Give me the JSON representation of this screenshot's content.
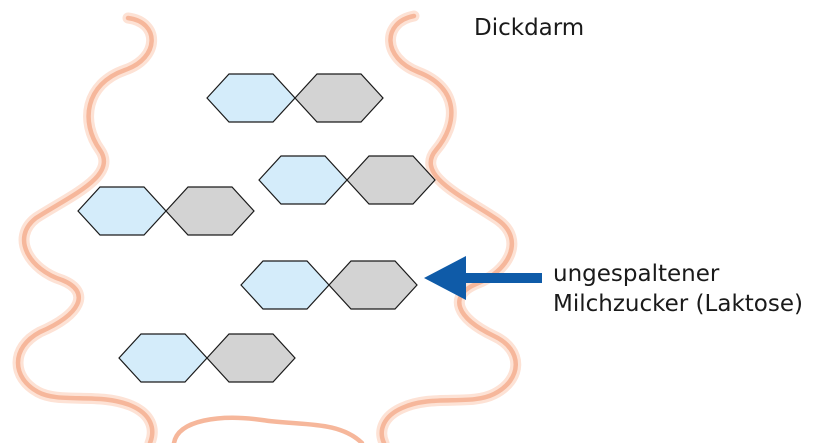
{
  "labels": {
    "colon": "Dickdarm",
    "lactose_line1": "ungespaltener",
    "lactose_line2": "Milchzucker (Laktose)"
  },
  "colors": {
    "intestine_outline": "#f6b79b",
    "intestine_outline_light": "#fde2d5",
    "glucose_fill": "#d4ecfa",
    "galactose_fill": "#d3d3d3",
    "molecule_stroke": "#1a1a1a",
    "arrow": "#0f5ba8"
  },
  "molecules": [
    {
      "name": "lactose-molecule-1"
    },
    {
      "name": "lactose-molecule-2"
    },
    {
      "name": "lactose-molecule-3"
    },
    {
      "name": "lactose-molecule-4",
      "pointed_at": true
    },
    {
      "name": "lactose-molecule-5"
    }
  ]
}
